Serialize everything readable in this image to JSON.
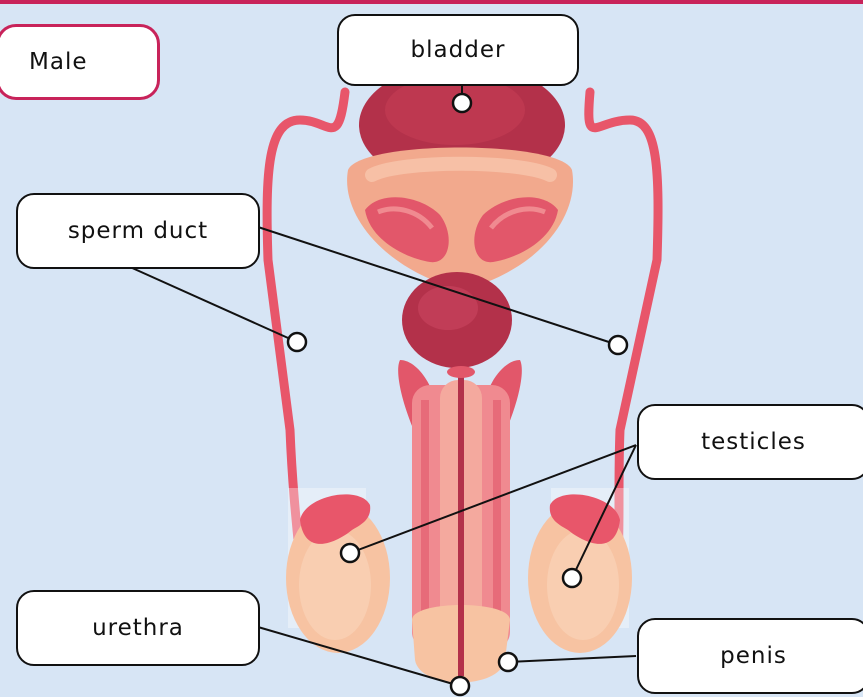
{
  "title": "Male",
  "labels": {
    "bladder": "bladder",
    "sperm_duct": "sperm duct",
    "testicles": "testicles",
    "urethra": "urethra",
    "penis": "penis"
  },
  "colors": {
    "background": "#d7e5f5",
    "accent": "#c8235a",
    "organ_dark": "#b8324a",
    "organ_mid": "#e2576a",
    "tissue": "#f0a08a",
    "skin": "#f7c3a2"
  }
}
